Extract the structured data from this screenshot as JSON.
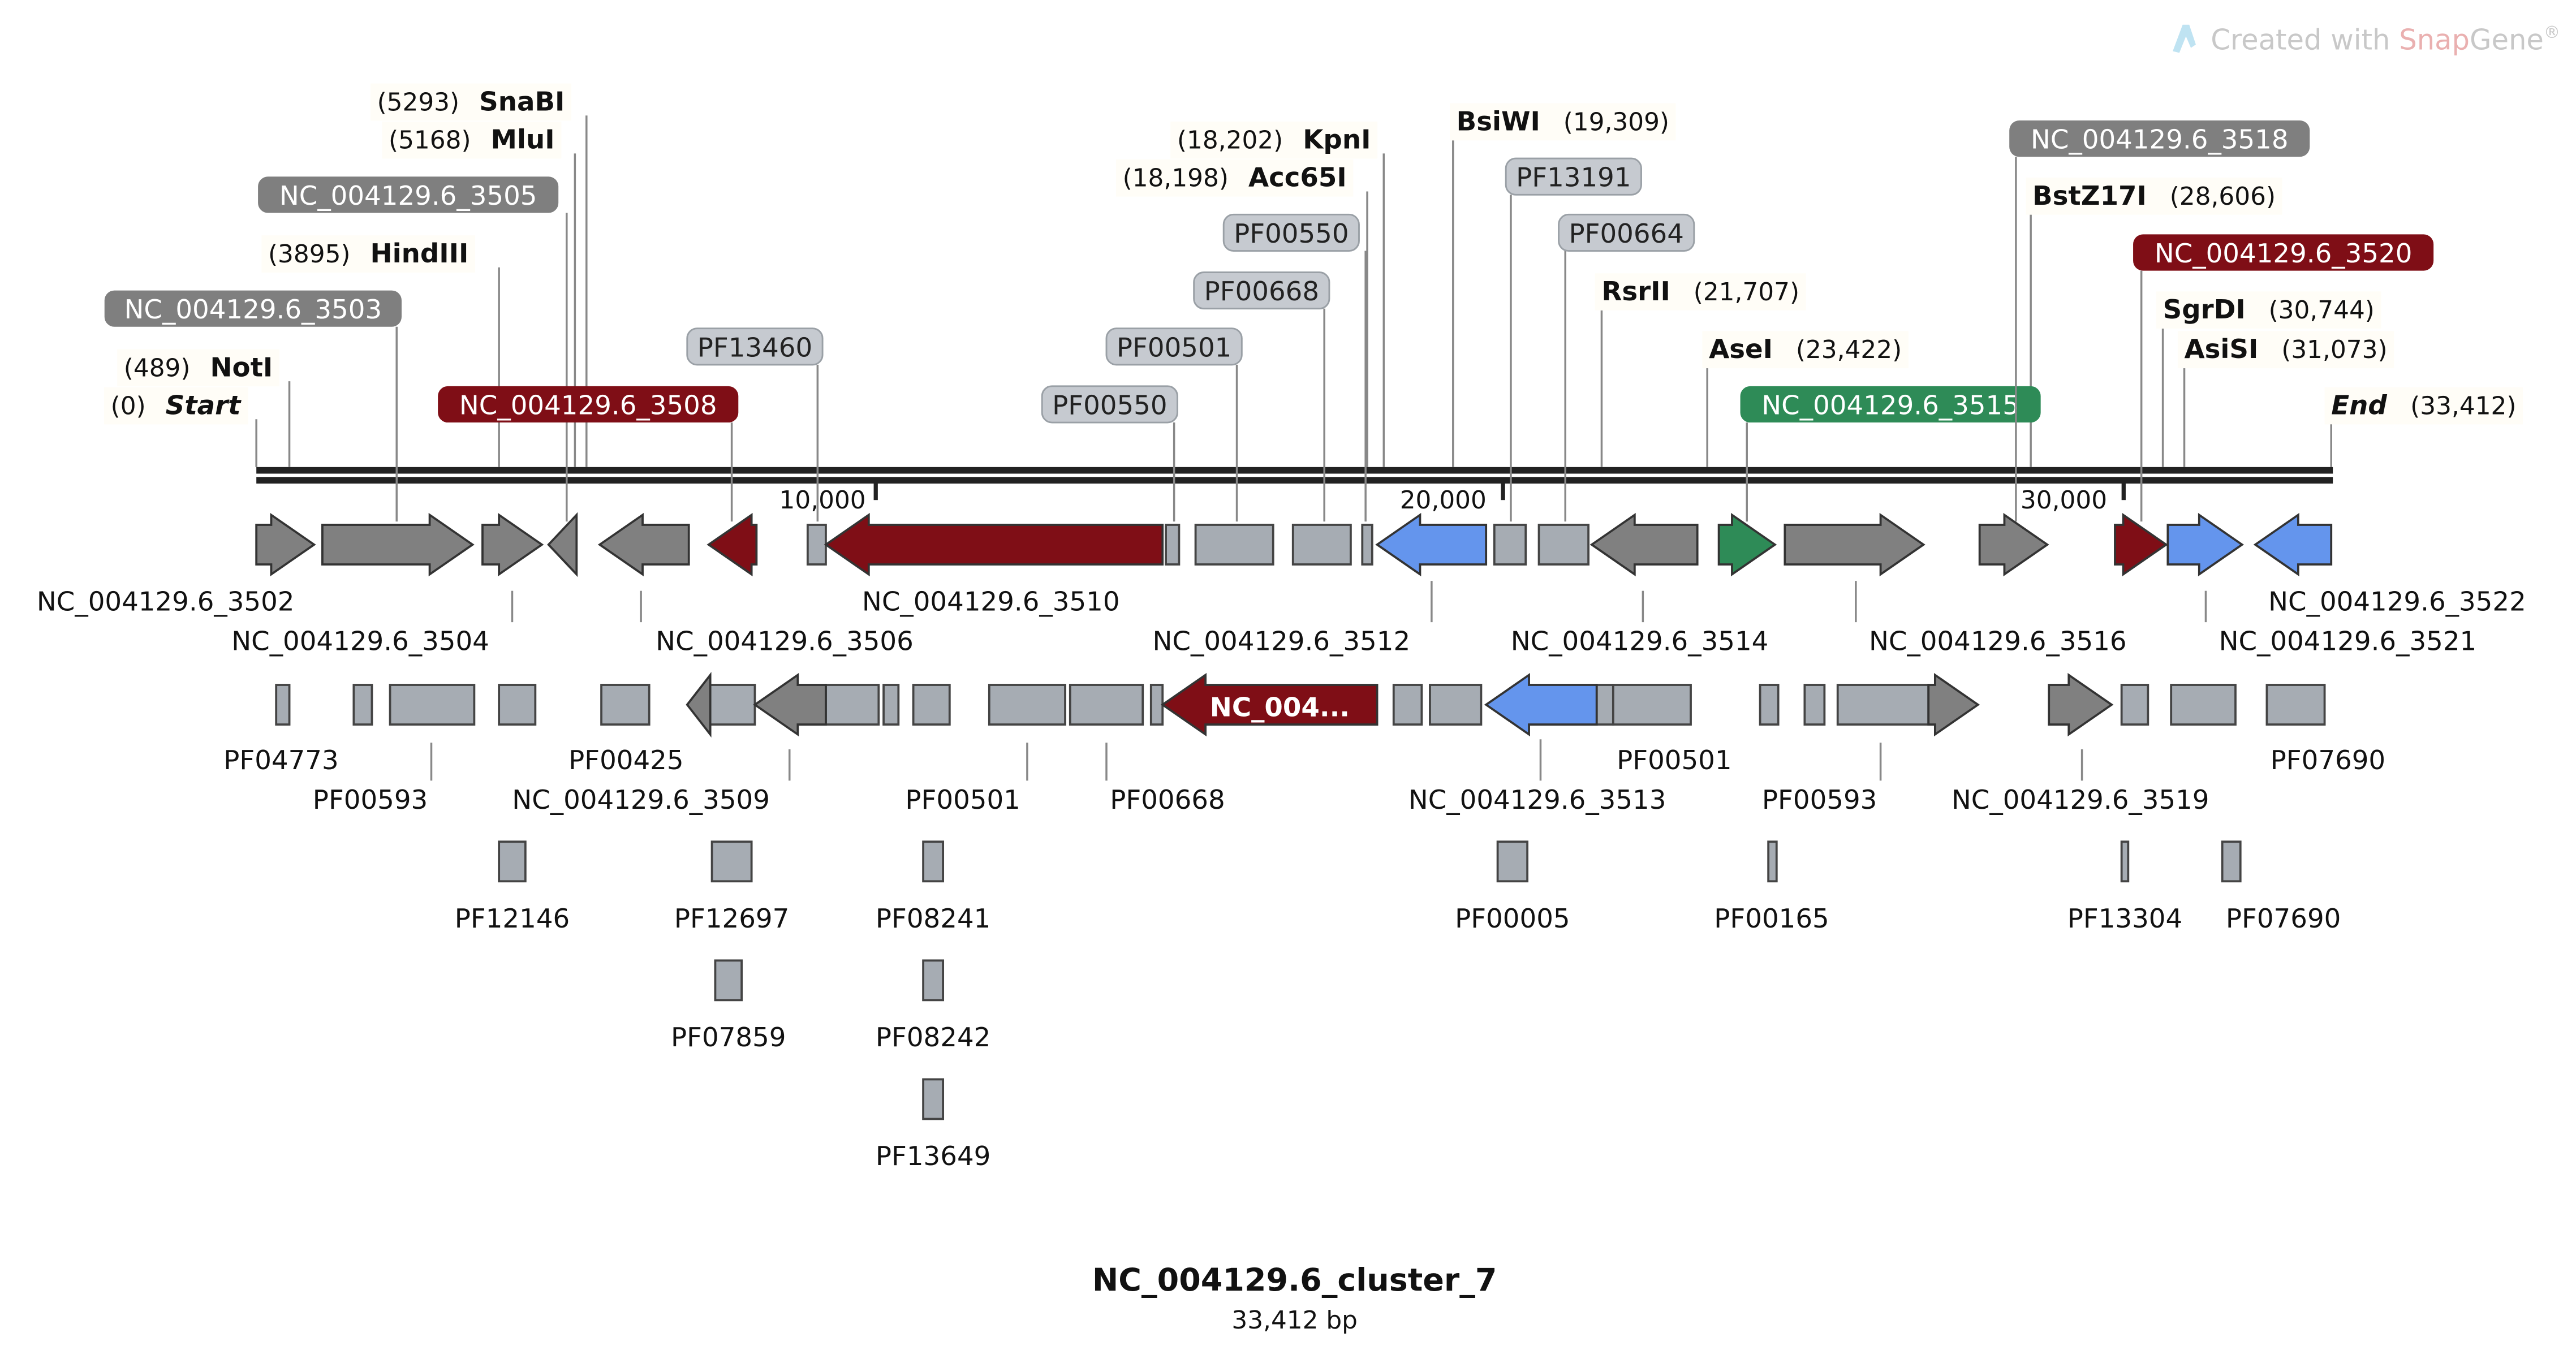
{
  "watermark": {
    "prefix": "Created with ",
    "brand_a": "Snap",
    "brand_b": "Gene",
    "reg": "®"
  },
  "title": "NC_004129.6_cluster_7",
  "length_label": "33,412 bp",
  "colors": {
    "gray_gene": "#808080",
    "dark_red": "#7f0e16",
    "blue": "#6495ed",
    "green": "#2e8b57",
    "domain": "#a6acb3",
    "backbone": "#222222"
  },
  "ruler_ticks": [
    "10,000",
    "20,000",
    "30,000"
  ],
  "sites": [
    {
      "pos": "(0)",
      "name": "Start",
      "italic": true
    },
    {
      "pos": "(489)",
      "name": "NotI"
    },
    {
      "pos": "(3895)",
      "name": "HindIII"
    },
    {
      "pos": "(5168)",
      "name": "MluI"
    },
    {
      "pos": "(5293)",
      "name": "SnaBI"
    },
    {
      "pos": "(18,198)",
      "name": "Acc65I"
    },
    {
      "pos": "(18,202)",
      "name": "KpnI"
    },
    {
      "pos": "(19,309)",
      "name": "BsiWI"
    },
    {
      "pos": "(21,707)",
      "name": "RsrII"
    },
    {
      "pos": "(23,422)",
      "name": "AseI"
    },
    {
      "pos": "(28,606)",
      "name": "BstZ17I"
    },
    {
      "pos": "(30,744)",
      "name": "SgrDI"
    },
    {
      "pos": "(31,073)",
      "name": "AsiSI"
    },
    {
      "pos": "(33,412)",
      "name": "End",
      "italic": true
    }
  ],
  "top_pills": [
    "NC_004129.6_3503",
    "NC_004129.6_3505",
    "NC_004129.6_3508",
    "PF13460",
    "PF00550",
    "PF00501",
    "PF00668",
    "PF00550",
    "PF13191",
    "PF00664",
    "NC_004129.6_3515",
    "NC_004129.6_3518",
    "NC_004129.6_3520"
  ],
  "gene_labels": [
    "NC_004129.6_3502",
    "NC_004129.6_3504",
    "NC_004129.6_3506",
    "NC_004129.6_3510",
    "NC_004129.6_3512",
    "NC_004129.6_3514",
    "NC_004129.6_3516",
    "NC_004129.6_3521",
    "NC_004129.6_3522"
  ],
  "row2_labels": [
    "PF04773",
    "PF00593",
    "PF00425",
    "NC_004129.6_3509",
    "PF00501",
    "PF00668",
    "NC_004129.6_3513",
    "PF00501",
    "PF00593",
    "NC_004129.6_3519",
    "PF07690"
  ],
  "row2_inner_label": "NC_004...",
  "row3_labels": [
    "PF12146",
    "PF12697",
    "PF08241",
    "PF00005",
    "PF00165",
    "PF13304",
    "PF07690"
  ],
  "row4_labels": [
    "PF07859",
    "PF08242"
  ],
  "row5_labels": [
    "PF13649"
  ]
}
